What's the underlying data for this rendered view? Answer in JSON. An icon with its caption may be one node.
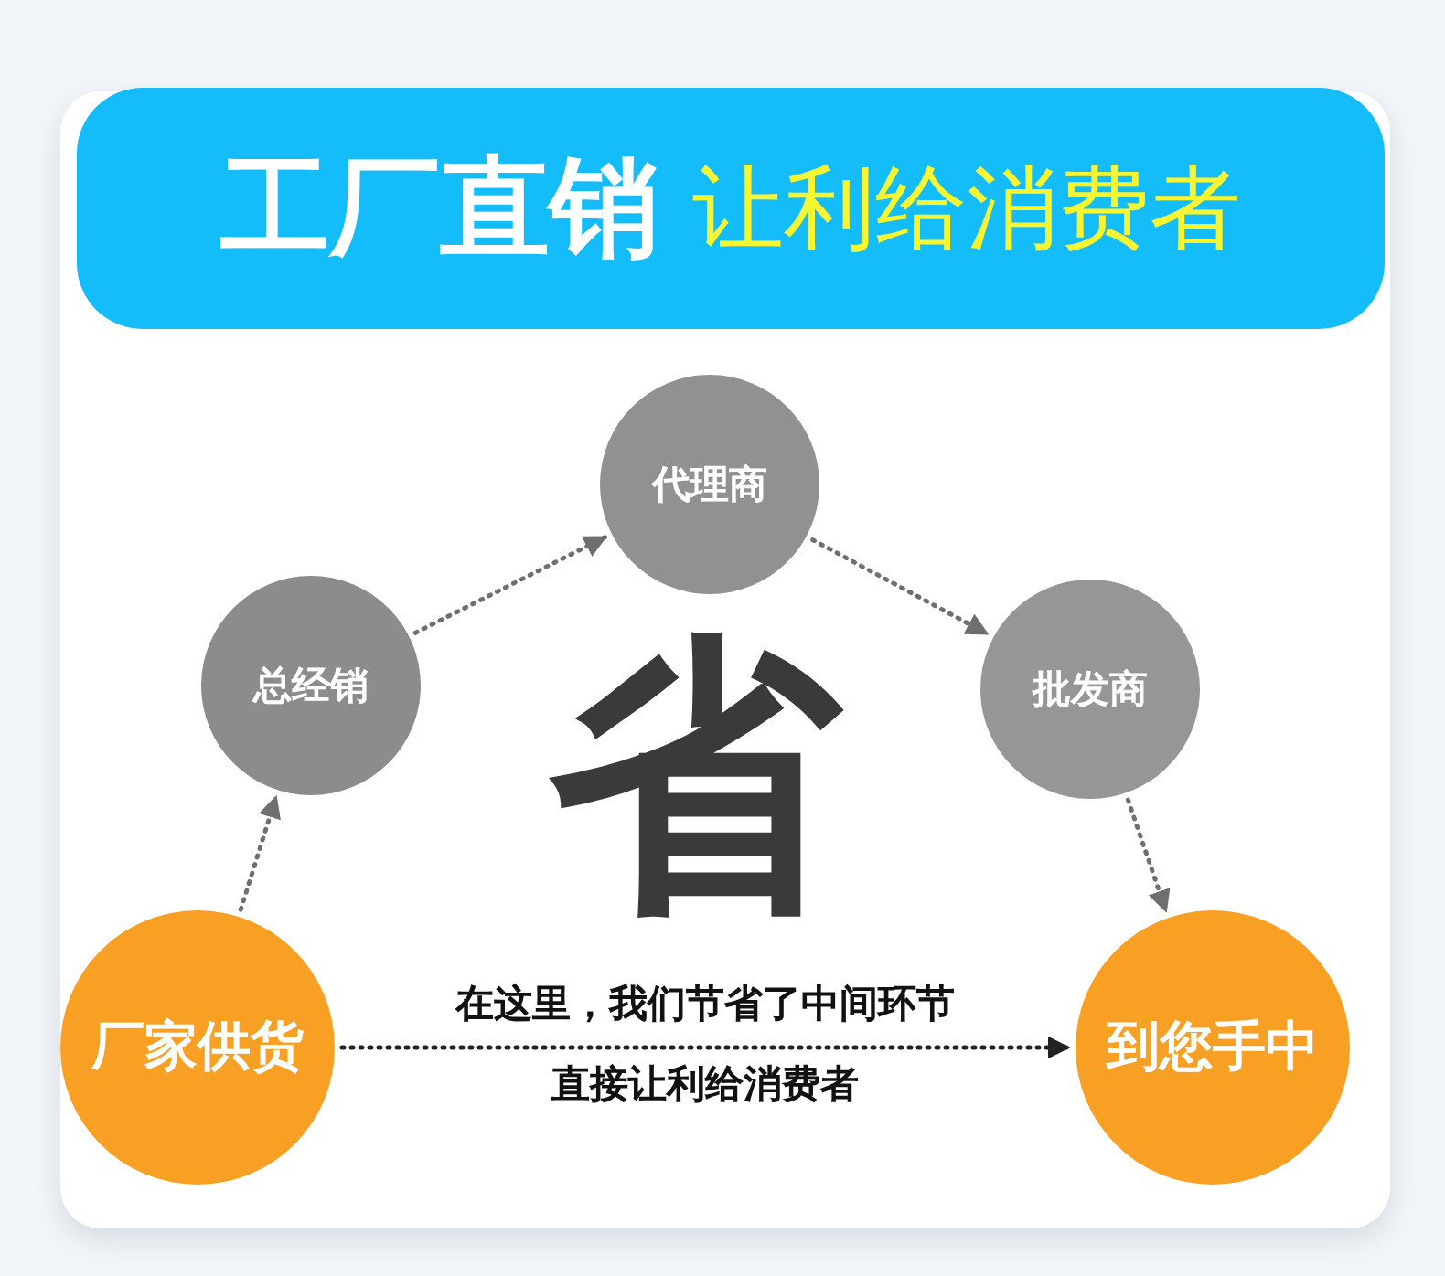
{
  "diagram": {
    "title": "**工厂直销** 让利给消费者",
    "nodes": [
      {
        "text": [
          "厂家供货"
        ]
      },
      {
        "text": [
          "总经销"
        ]
      },
      {
        "text": [
          "代理商"
        ]
      },
      {
        "text": [
          "批发商"
        ]
      },
      {
        "text": [
          "到您手中"
        ]
      }
    ],
    "edges": [
      {
        "from": 0,
        "to": 1,
        "arrow": "to"
      },
      {
        "from": 1,
        "to": 2,
        "arrow": "to"
      },
      {
        "from": 2,
        "to": 3,
        "arrow": "to"
      },
      {
        "from": 3,
        "to": 4,
        "arrow": "to"
      },
      {
        "from": 0,
        "to": 4,
        "arrow": "to",
        "label": "在这里，我们节省了中间环节直接让利给消费者",
        "color": "#222222"
      }
    ],
    "labels": [
      "省"
    ]
  }
}
